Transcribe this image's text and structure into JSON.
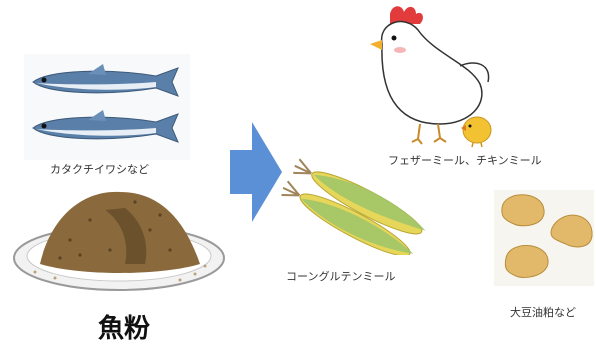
{
  "labels": {
    "sardine": "カタクチイワシなど",
    "fishmeal": "魚粉",
    "feather_chicken": "フェザーミール、チキンミール",
    "corn_gluten": "コーングルテンミール",
    "soybean": "大豆油粕など"
  },
  "colors": {
    "arrow": "#5b8fd6",
    "fish_body": "#5a7fa8",
    "fish_belly": "#e8eef5",
    "fishmeal": "#8a6a3c",
    "corn_kernel": "#e6d65a",
    "corn_husk": "#9cc46a",
    "soy": "#e2b86a",
    "chicken_comb": "#e23b3b",
    "chick": "#f2c232"
  },
  "icons": [
    "sardine-icon",
    "fishmeal-plate-icon",
    "arrow-right-icon",
    "chicken-icon",
    "chick-icon",
    "corn-icon",
    "soybean-icon"
  ]
}
